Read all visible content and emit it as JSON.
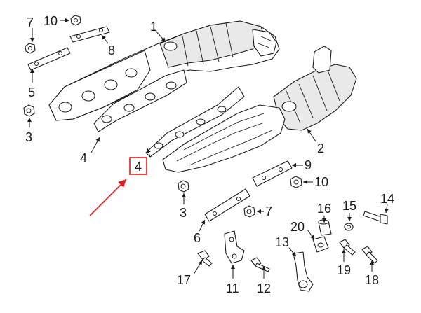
{
  "diagram": {
    "callouts": {
      "c1": "1",
      "c2": "2",
      "c3a": "3",
      "c3b": "3",
      "c4a": "4",
      "c4b": "4",
      "c5": "5",
      "c6": "6",
      "c7a": "7",
      "c7b": "7",
      "c8": "8",
      "c9": "9",
      "c10a": "10",
      "c10b": "10",
      "c11": "11",
      "c12": "12",
      "c13": "13",
      "c14": "14",
      "c15": "15",
      "c16": "16",
      "c17": "17",
      "c18": "18",
      "c19": "19",
      "c20": "20"
    },
    "highlight": {
      "color": "#e51b1b"
    }
  }
}
